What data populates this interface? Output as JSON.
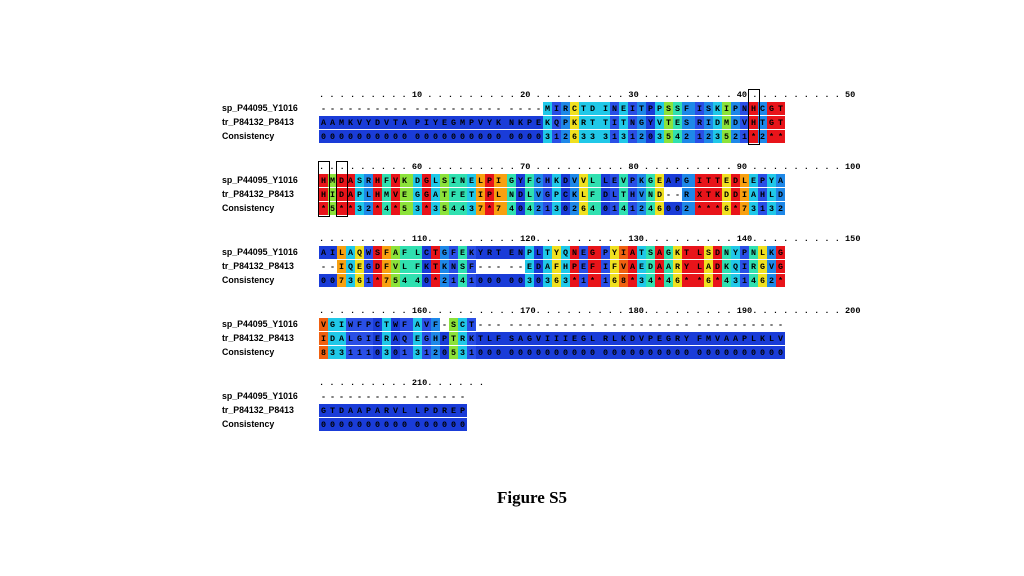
{
  "labels": {
    "seq1": "sp_P44095_Y1016",
    "seq2": "tr_P84132_P8413",
    "consistency": "Consistency"
  },
  "blocks": [
    {
      "ruler": ". . . . . . . . . 10 . . . . . . . . . 20 . . . . . . . . . 30 . . . . . . . . . 40 . . . . . . . . . 50",
      "seq1": "----------|----------|----MIRCTD|INEITPPSSF|ISKIPNHCGT",
      "seq2": "AAMKVYDVTA|PIYEGMPVYK|NKPEKQPKRT|TITNGYVTES|RIDMDVHTGT",
      "cons": "0000000000|0000000000|0000312633|3131203542|123521*2**"
    },
    {
      "ruler": ". . . . . . . . . 60 . . . . . . . . . 70 . . . . . . . . . 80 . . . . . . . . . 90 . . . . . . . . . 100",
      "seq1": "HMDASRHFVK|DGLSINELPI|GYFCHKDVVL|LEVPKGEAPG|ITTEDLEPYA",
      "seq2": "HIDAPLHMVE|GGATFETIPL|NDLVGPCKLF|DLTHVND--R|XTKDDIAHLD",
      "cons": "*5**32*4*5|3*354437*7|4042130264|0141246002|***6*73132"
    },
    {
      "ruler": ". . . . . . . . . 110. . . . . . . . . 120. . . . . . . . . 130. . . . . . . . . 140. . . . . . . . . 150",
      "seq1": "AILAQWSFAF|LCTGFEKYRT|ENPLTYQNEG|PYIATSAGKT|LSDNYPNLKG",
      "seq2": "--IQEGDFVL|FKTKNSF---|--EDAFHPEF|IFVAEDAARY|LADKQIRGVG",
      "cons": "007361*754|40*2141000|0030363*1*|168*34*46*|*6*431462*"
    },
    {
      "ruler": ". . . . . . . . . 160. . . . . . . . . 170. . . . . . . . . 180. . . . . . . . . 190. . . . . . . . . 200",
      "seq1": "VGIWFPCTWF|AVF-SCT---|----------|----------|----------",
      "seq2": "IDALGIERAQ|EGHPTRKTLF|SAGVIIIEGL|RLKDVPEGRY|FMVAAPLKLV",
      "cons": "8331110301|3120531000|0000000000|0000000000|0000000000"
    },
    {
      "ruler": ". . . . . . . . . 210. . . . . .",
      "seq1": "----------|------",
      "seq2": "GTDAAPARVL|LPDREP",
      "cons": "0000000000|000000"
    }
  ],
  "colors": {
    "0": "#1a3cd8",
    "1": "#2a4fe6",
    "2": "#1e88e8",
    "3": "#20c8e8",
    "4": "#30e0b0",
    "5": "#8ce23a",
    "6": "#f0e020",
    "7": "#f8a010",
    "8": "#f06010",
    "9": "#e83020",
    "*": "#e8141a",
    "gap": "#ffffff"
  },
  "caption": "Figure S5"
}
